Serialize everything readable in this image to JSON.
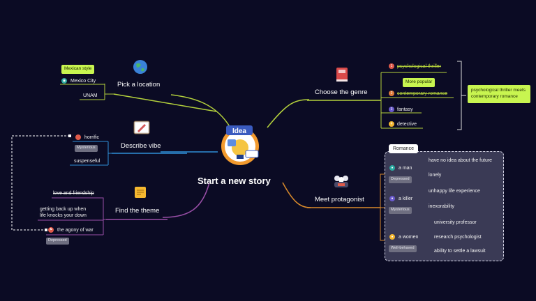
{
  "center": {
    "label": "Start a new story",
    "icon": "idea-lightbulb-icon",
    "badge": "Idea"
  },
  "topics": {
    "location": {
      "label": "Pick a location",
      "icon": "globe-icon",
      "color": "#b4d13c",
      "callout": "Mexican style",
      "leaves": [
        {
          "label": "Mexico City"
        },
        {
          "label": "UNAM"
        }
      ]
    },
    "vibe": {
      "label": "Describe vibe",
      "icon": "notebook-icon",
      "color": "#2f8fd8",
      "leaves": [
        {
          "label": "horrific",
          "tag": "Mysterious"
        },
        {
          "label": "suspenseful"
        }
      ]
    },
    "theme": {
      "label": "Find the theme",
      "icon": "sticky-note-icon",
      "color": "#9a4fa8",
      "leaves": [
        {
          "label": "love and friendship"
        },
        {
          "line1": "getting back up when",
          "line2": "life knocks your down"
        },
        {
          "label": "the agony of war",
          "tag": "Depressed"
        }
      ]
    },
    "genre": {
      "label": "Choose the genre",
      "icon": "book-icon",
      "color": "#b4d13c",
      "callout": "More popular",
      "summary": "psychological thriller meets contemporary romance",
      "leaves": [
        {
          "label": "psychological thriller"
        },
        {
          "label": "contemporary romance"
        },
        {
          "label": "fantasy"
        },
        {
          "label": "detective"
        }
      ]
    },
    "protagonist": {
      "label": "Meet protagonist",
      "icon": "people-group-icon",
      "color": "#d98a2b",
      "boundary_label": "Romance",
      "characters": [
        {
          "label": "a man",
          "tag": "Depressed",
          "details": [
            "have no idea about the future",
            "lonely"
          ]
        },
        {
          "label": "a killer",
          "tag": "Mysterious",
          "details": [
            "unhappy life experience",
            "inexorability"
          ]
        },
        {
          "label": "a women",
          "tag": "Well-behaved",
          "details": [
            "university professor",
            "research psychologist",
            "ability to settle a lawsuit"
          ]
        }
      ]
    }
  }
}
